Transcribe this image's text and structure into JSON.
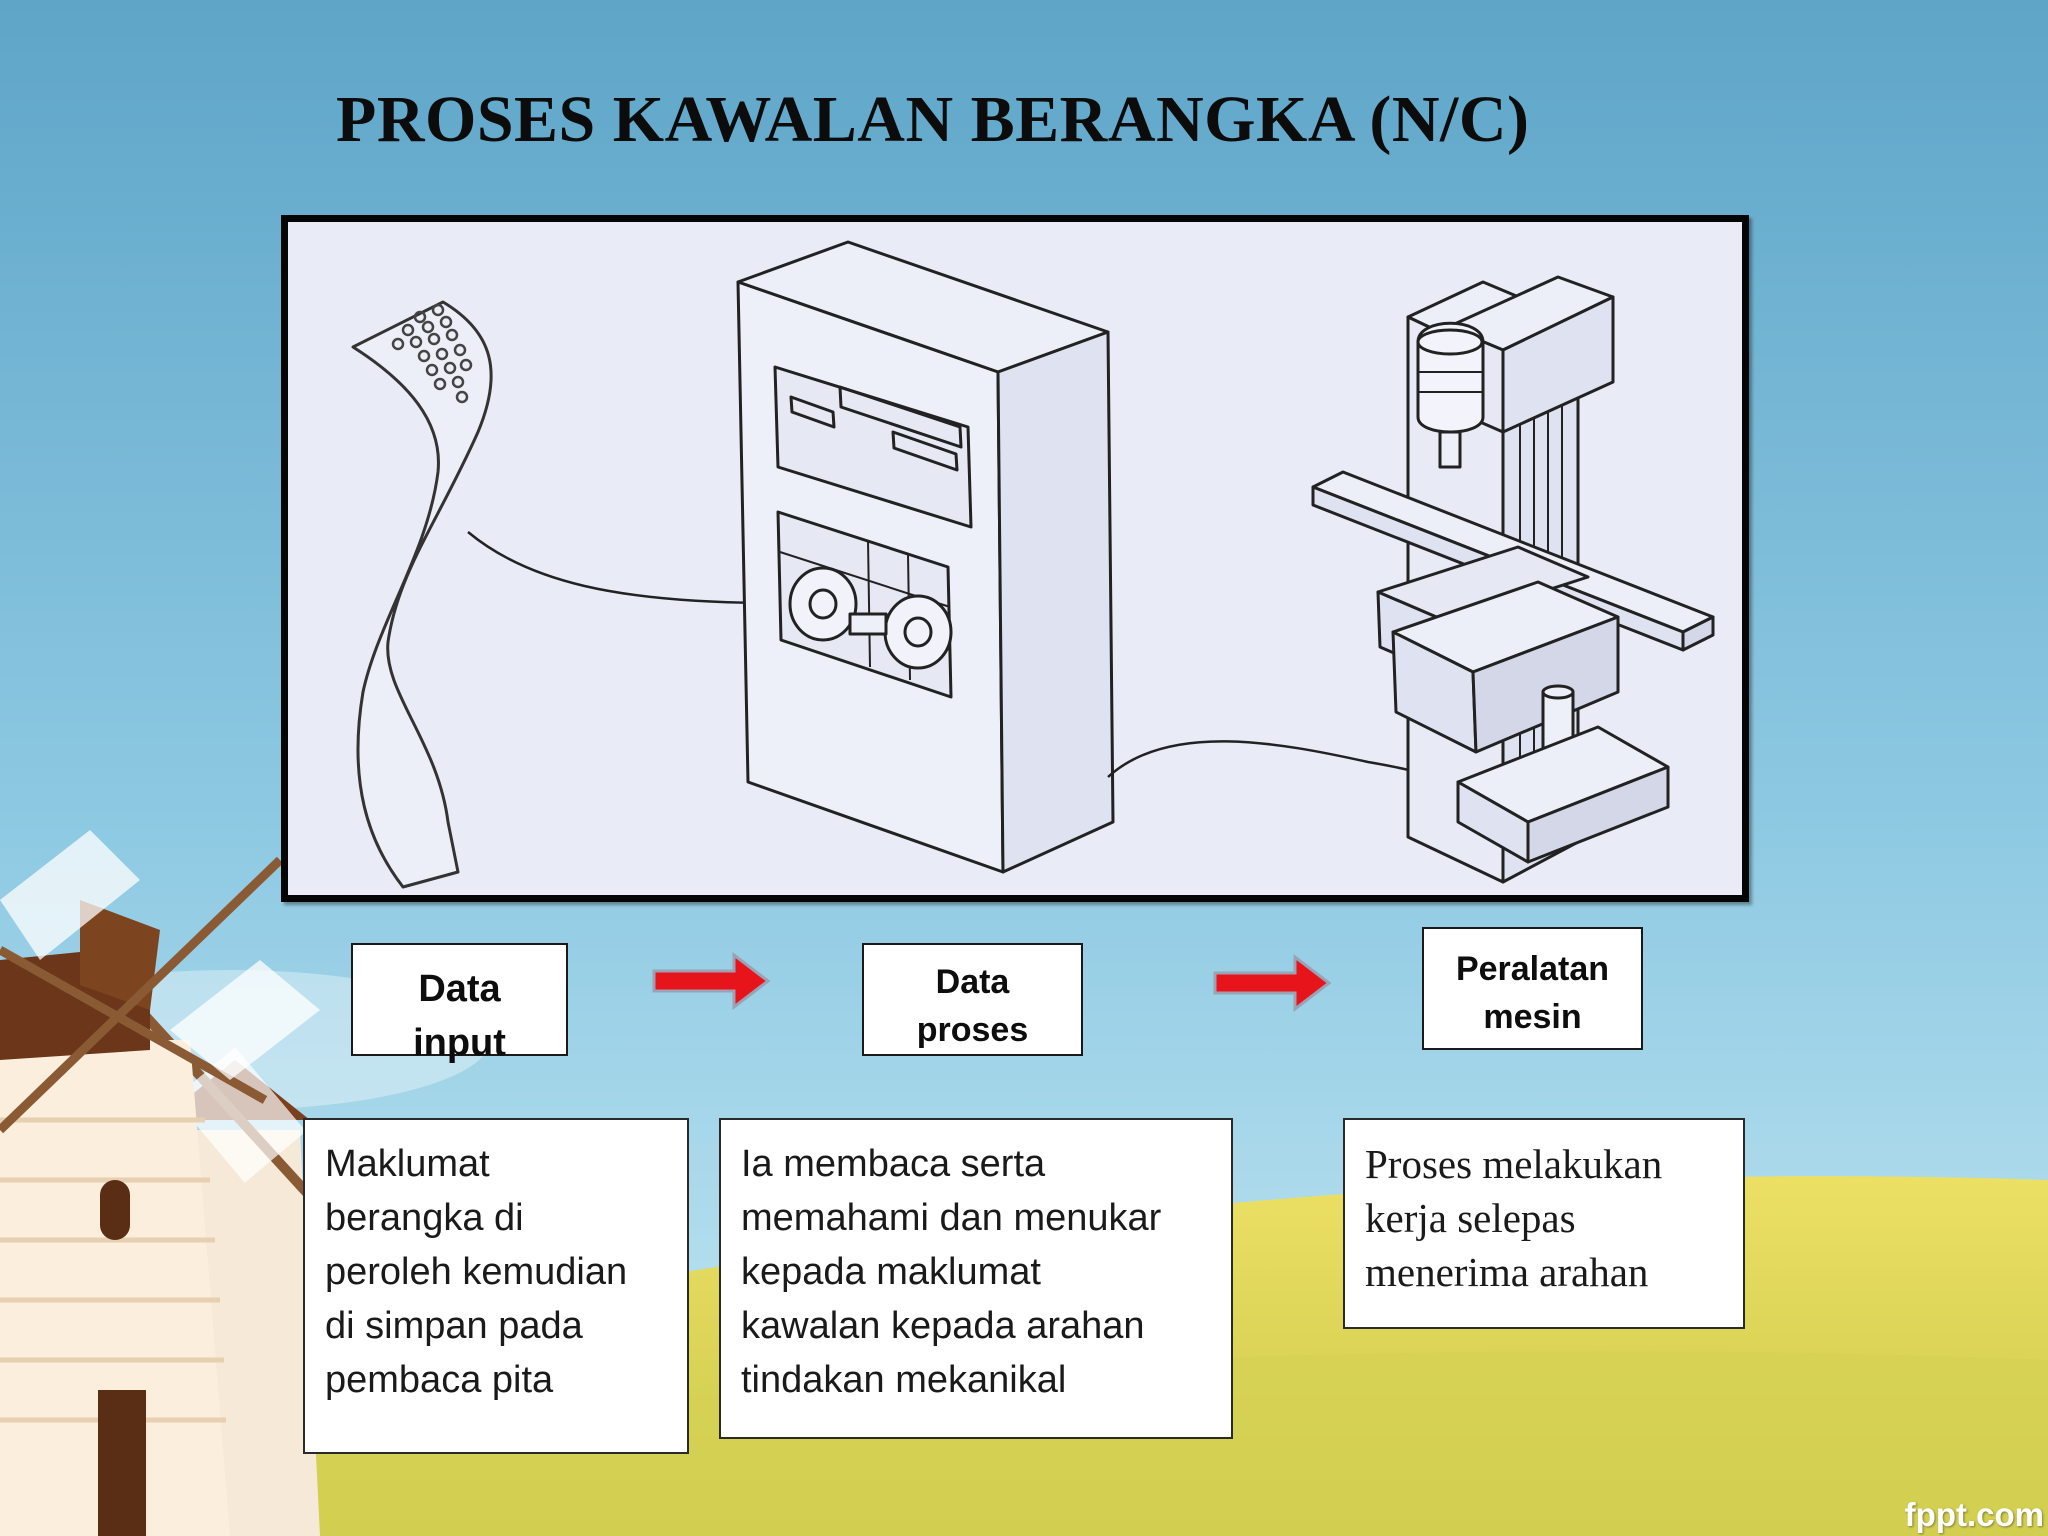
{
  "title": "PROSES KAWALAN BERANGKA (N/C)",
  "colors": {
    "sky_top": "#5fa6c9",
    "sky_bottom": "#bfe4f2",
    "hill": "#e8d95a",
    "arrow": "#e8141b",
    "figure_bg": "#e9ebf7"
  },
  "figure": {
    "components": [
      "punched-tape",
      "controller-tape-reader",
      "milling-machine"
    ]
  },
  "flow": {
    "steps": [
      {
        "label_line1": "Data",
        "label_line2": "input"
      },
      {
        "label_line1": "Data",
        "label_line2": "proses"
      },
      {
        "label_line1": "Peralatan",
        "label_line2": "mesin"
      }
    ],
    "arrow_icon": "right-arrow-icon"
  },
  "descriptions": {
    "input": [
      "Maklumat",
      "berangka di",
      "peroleh kemudian",
      "di simpan pada",
      "pembaca pita"
    ],
    "proses": [
      "Ia membaca serta",
      "memahami dan menukar",
      "kepada maklumat",
      "kawalan kepada arahan",
      "tindakan mekanikal"
    ],
    "mesin": [
      "Proses melakukan",
      "kerja selepas",
      "menerima arahan"
    ]
  },
  "watermark": "fppt.com"
}
